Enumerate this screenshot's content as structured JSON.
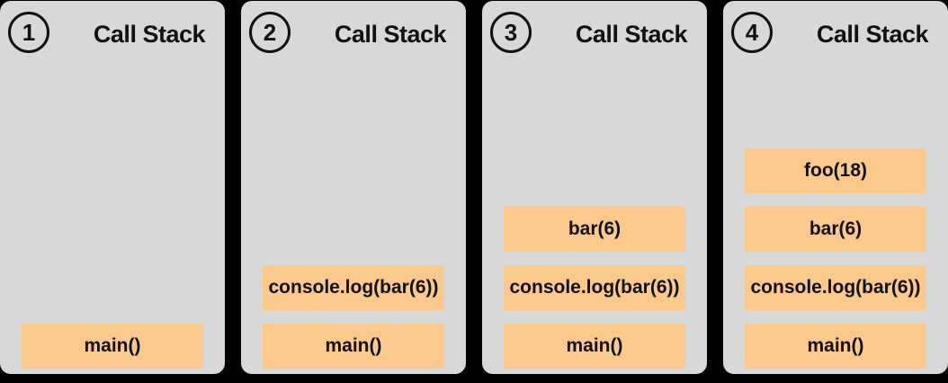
{
  "colors": {
    "background": "#000000",
    "panel_bg": "#d8d8d8",
    "frame_bg": "#fcc98c",
    "text": "#111111"
  },
  "panels": [
    {
      "step": "1",
      "title": "Call Stack",
      "frames": [
        "main()"
      ]
    },
    {
      "step": "2",
      "title": "Call Stack",
      "frames": [
        "console.log(bar(6))",
        "main()"
      ]
    },
    {
      "step": "3",
      "title": "Call Stack",
      "frames": [
        "bar(6)",
        "console.log(bar(6))",
        "main()"
      ]
    },
    {
      "step": "4",
      "title": "Call Stack",
      "frames": [
        "foo(18)",
        "bar(6)",
        "console.log(bar(6))",
        "main()"
      ]
    }
  ]
}
